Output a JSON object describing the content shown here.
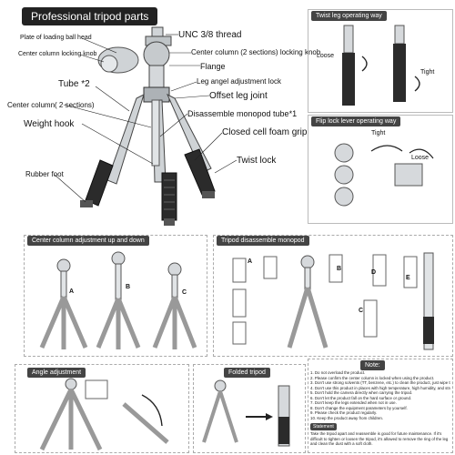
{
  "header": {
    "title": "Professional tripod parts"
  },
  "parts": {
    "unc_thread": "UNC 3/8 thread",
    "plate_ballhead": "Plate of loading ball head",
    "center_lock_knob": "Center column locking knob",
    "center_column_sections_lock": "Center column (2 sections) locking knob",
    "flange": "Flange",
    "leg_angle_lock": "Leg angel adjustment lock",
    "tube": "Tube *2",
    "offset_leg_joint": "Offset leg joint",
    "center_column_2": "Center column( 2 sections)",
    "disassemble_monopod": "Disassemble monopod tube*1",
    "weight_hook": "Weight hook",
    "foam_grip": "Closed cell foam grip",
    "twist_lock": "Twist lock",
    "rubber_foot": "Rubber foot"
  },
  "twist_panel": {
    "title": "Twist leg operating way",
    "loose": "Loose",
    "tight": "Tight"
  },
  "flip_panel": {
    "title": "Flip lock lever operating way",
    "tight": "Tight",
    "loose": "Loose"
  },
  "center_adjust": {
    "title": "Center column adjustment up and down",
    "a": "A",
    "b": "B",
    "c": "C"
  },
  "monopod_panel": {
    "title": "Tripod disassemble monopod",
    "a": "A",
    "b": "B",
    "c": "C",
    "d": "D",
    "e": "E"
  },
  "angle_panel": {
    "title": "Angle adjustment"
  },
  "folded_panel": {
    "title": "Folded tripod"
  },
  "notes": {
    "title": "Note:",
    "lines": [
      "1. Do not overload the product.",
      "2. Please confirm the center column is locked when using the product.",
      "3. Don't use strong solvents (TT, benzene, etc.) to clean the product, just wipe the surface with a soft cloth.",
      "4. Don't use this product in places with high temperature, high humidity, and strong corrosion.",
      "5. Don't hold the camera directly when carrying the tripod.",
      "6. Don't let the product fall on the hard surface or ground.",
      "7. Don't keep the legs extended when not in use.",
      "8. Don't change the equipment parameters by yourself.",
      "9. Please check the product regularly.",
      "10. Keep the product away from children."
    ],
    "statement_title": "Statement",
    "statement": "Take the tripod apart and reassemble is good for future maintenance. If it's difficult to tighten or loosen the tripod, it's allowed to remove the ring of the leg and clean the dust with a soft cloth."
  }
}
